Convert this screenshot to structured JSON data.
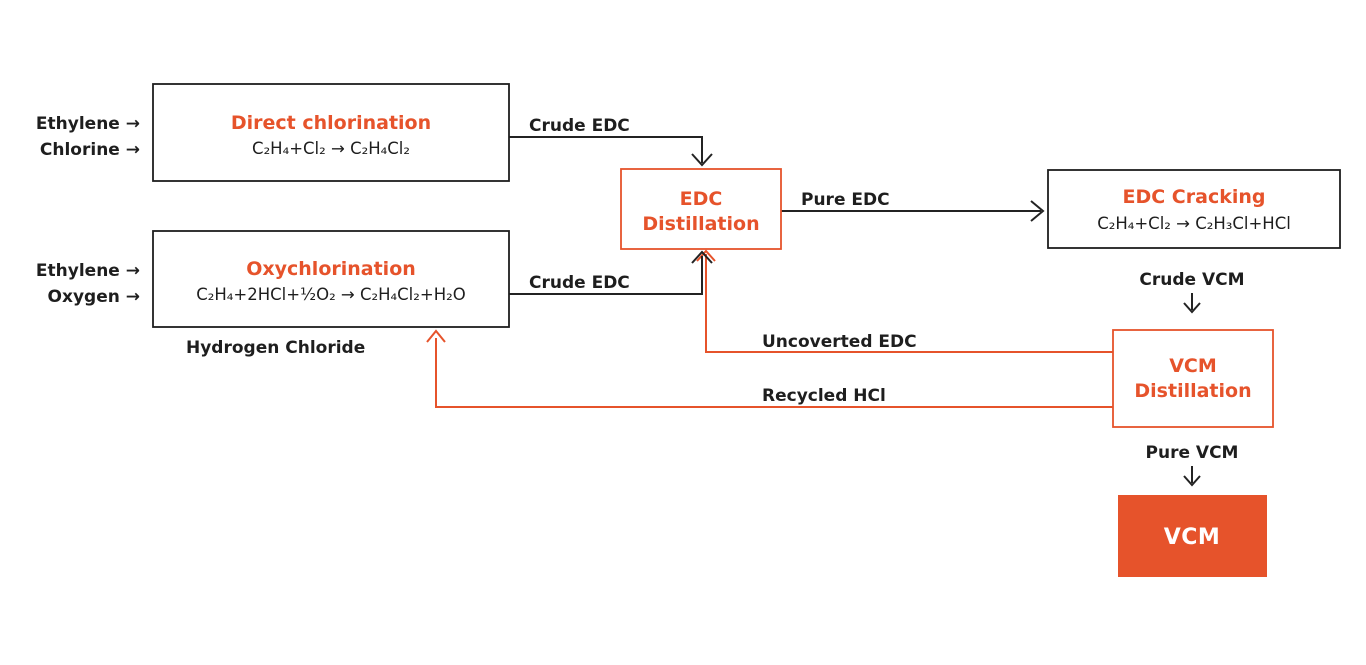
{
  "colors": {
    "accent": "#E6532B",
    "ink": "#1E1E1E",
    "line": "#232323",
    "background": "#FFFFFF"
  },
  "inputs": {
    "direct_chlorination": {
      "line1": "Ethylene →",
      "line2": "Chlorine →"
    },
    "oxychlorination": {
      "line1": "Ethylene →",
      "line2": "Oxygen →"
    }
  },
  "boxes": {
    "direct_chlorination": {
      "title": "Direct chlorination",
      "formula": "C₂H₄+Cl₂ → C₂H₄Cl₂"
    },
    "oxychlorination": {
      "title": "Oxychlorination",
      "formula": "C₂H₄+2HCl+½O₂ → C₂H₄Cl₂+H₂O"
    },
    "edc_distillation": {
      "title_line1": "EDC",
      "title_line2": "Distillation"
    },
    "edc_cracking": {
      "title": "EDC Cracking",
      "formula": "C₂H₄+Cl₂ → C₂H₃Cl+HCl"
    },
    "vcm_distillation": {
      "title_line1": "VCM",
      "title_line2": "Distillation"
    },
    "vcm": {
      "title": "VCM"
    }
  },
  "stream_labels": {
    "crude_edc_top": "Crude EDC",
    "crude_edc_bottom": "Crude EDC",
    "pure_edc": "Pure EDC",
    "crude_vcm": "Crude VCM",
    "unconverted_edc": "Uncoverted EDC",
    "recycled_hcl": "Recycled HCl",
    "pure_vcm": "Pure VCM",
    "hydrogen_chloride": "Hydrogen Chloride"
  }
}
